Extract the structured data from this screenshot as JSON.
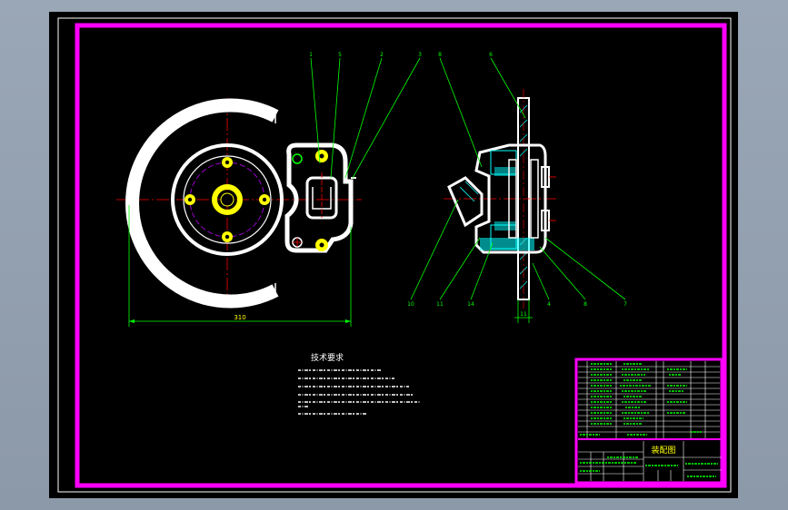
{
  "drawing": {
    "title_block": {
      "title": "装配图"
    },
    "notes": {
      "heading": "技术要求"
    },
    "dimensions": {
      "disc_diameter": "310",
      "side_width": "11"
    },
    "balloons_top": [
      "1",
      "5",
      "2",
      "3",
      "8",
      "6"
    ],
    "balloons_bottom": [
      "10",
      "11",
      "14",
      "4",
      "8",
      "7"
    ]
  },
  "colors": {
    "background": "#000000",
    "frame": "#ff00ff",
    "outline": "#ffffff",
    "leader": "#00ff00",
    "hatch": "#00ffff",
    "centerline": "#ff0000",
    "bolt": "#ffff00",
    "pcd": "#9900cc"
  }
}
